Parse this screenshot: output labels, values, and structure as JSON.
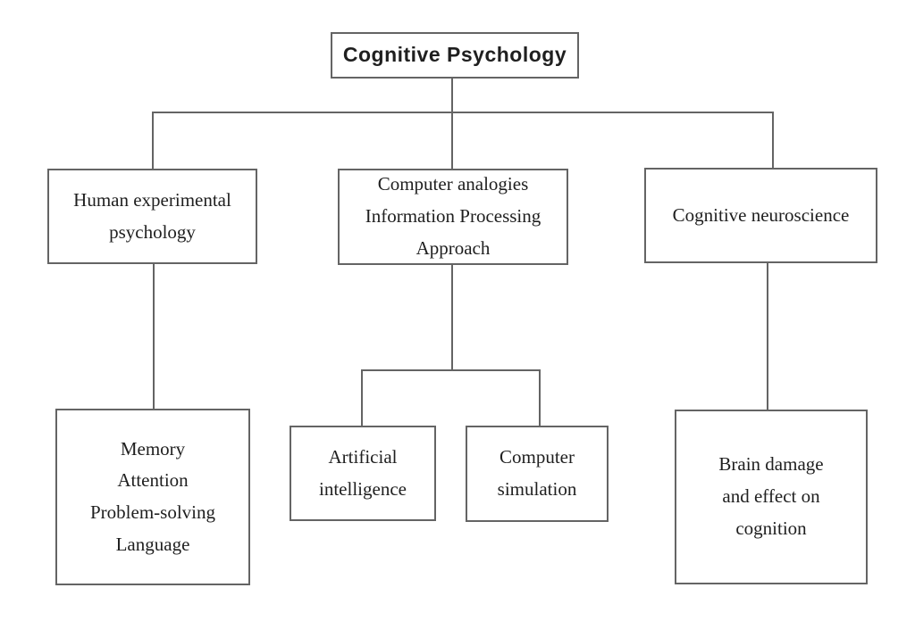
{
  "diagram": {
    "type": "hierarchy-flowchart",
    "title": "Cognitive Psychology",
    "nodes": {
      "root": {
        "label": "Cognitive Psychology"
      },
      "human": {
        "label": "Human experimental\npsychology"
      },
      "computer": {
        "label": "Computer analogies\nInformation Processing\nApproach"
      },
      "neuro": {
        "label": "Cognitive neuroscience"
      },
      "memory": {
        "label": "Memory\nAttention\nProblem-solving\nLanguage"
      },
      "ai": {
        "label": "Artificial\nintelligence"
      },
      "sim": {
        "label": "Computer\nsimulation"
      },
      "brain": {
        "label": "Brain damage\nand effect on\ncognition"
      }
    },
    "edges": [
      [
        "root",
        "human"
      ],
      [
        "root",
        "computer"
      ],
      [
        "root",
        "neuro"
      ],
      [
        "human",
        "memory"
      ],
      [
        "computer",
        "ai"
      ],
      [
        "computer",
        "sim"
      ],
      [
        "neuro",
        "brain"
      ]
    ],
    "colors": {
      "border": "#646464",
      "connector": "#646464",
      "text": "#1f1f1f",
      "background": "#ffffff"
    }
  }
}
